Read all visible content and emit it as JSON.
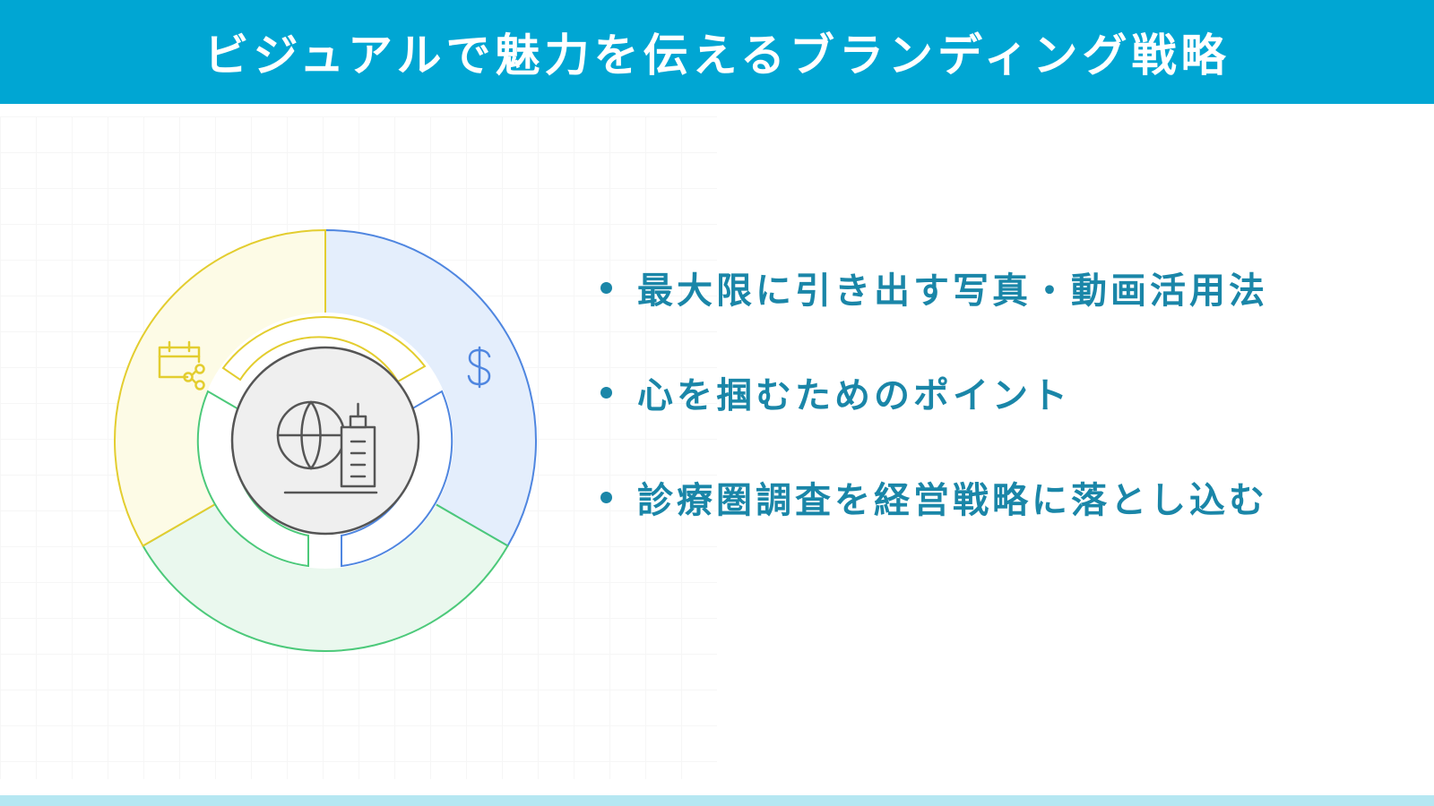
{
  "header": {
    "title": "ビジュアルで魅力を伝えるブランディング戦略"
  },
  "bullets": [
    {
      "text": "最大限に引き出す写真・動画活用法"
    },
    {
      "text": "心を掴むためのポイント"
    },
    {
      "text": "診療圏調査を経営戦略に落とし込む"
    }
  ],
  "diagram": {
    "segments": [
      {
        "name": "blue",
        "icon": "dollar-icon",
        "fill": "#e4eefc",
        "stroke": "#4f86e0"
      },
      {
        "name": "green",
        "icon": "none",
        "fill": "#eaf8ee",
        "stroke": "#4cc97a"
      },
      {
        "name": "yellow",
        "icon": "calendar-share-icon",
        "fill": "#fdfbe6",
        "stroke": "#e3cd2f"
      }
    ],
    "center_icon": "globe-building-icon",
    "center_fill": "#efefef",
    "center_stroke": "#555555"
  },
  "colors": {
    "header_bg": "#00a6d3",
    "bullet_text": "#1a86a8",
    "bottom_bar": "#b5e7f2"
  }
}
